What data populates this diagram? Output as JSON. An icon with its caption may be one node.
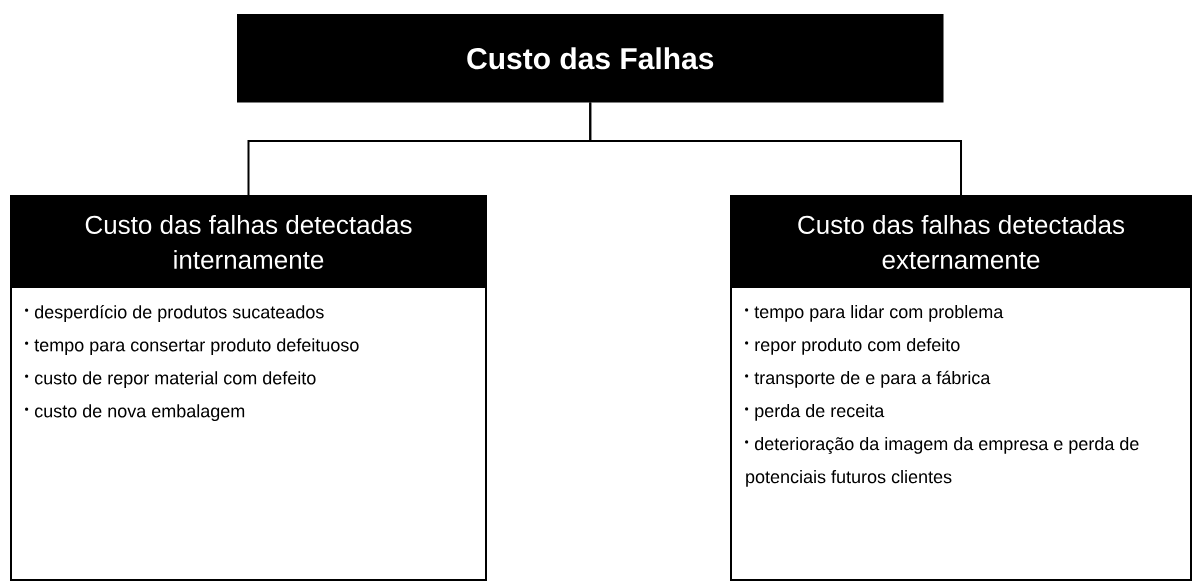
{
  "diagram": {
    "nodes": [
      {
        "text": [
          "Custo das Falhas"
        ]
      },
      {
        "text": [
          "Custo das falhas detectadas internamente",
          "desperdício de produtos sucateados",
          "tempo para consertar produto defeituoso",
          "custo de repor material com defeito",
          "custo de nova embalagem"
        ]
      },
      {
        "text": [
          "Custo das falhas detectadas externamente",
          "tempo para lidar com problema",
          "repor produto com defeito",
          "transporte de e para a fábrica",
          "perda de receita",
          "deterioração da imagem da empresa e perda de potenciais futuros clientes"
        ]
      }
    ],
    "edges": [
      {
        "from": 0,
        "to": 1,
        "arrow": "none"
      },
      {
        "from": 0,
        "to": 2,
        "arrow": "none"
      }
    ]
  }
}
